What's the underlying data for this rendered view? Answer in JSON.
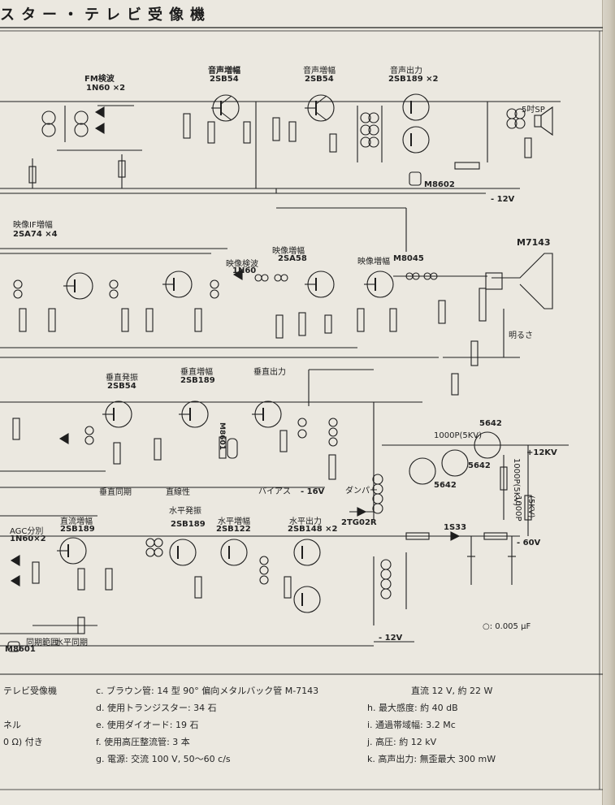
{
  "title": "スター・テレビ受像機",
  "labels": {
    "fm_detect": "FM検波",
    "fm_diode": "1N60 ×2",
    "audio_amp1": "音声増幅",
    "audio_amp1_tr": "2SB54",
    "audio_amp2": "音声増幅",
    "audio_amp2_tr": "2SB54",
    "audio_out": "音声出力",
    "audio_out_tr": "2SB189 ×2",
    "speaker": "5吋SP",
    "video_if": "映像IF増幅",
    "video_if_tr": "2SA74 ×4",
    "video_detect": "映像検波",
    "video_detect_diode": "1N60",
    "video_amp1": "映像増幅",
    "video_amp1_tr": "2SA58",
    "video_amp2": "映像増幅",
    "video_amp2_tr": "M8045",
    "crt": "M7143",
    "brightness": "明るさ",
    "vert_osc": "垂直発振",
    "vert_osc_tr": "2SB54",
    "vert_amp": "垂直増幅",
    "vert_amp_tr": "2SB189",
    "vert_out": "垂直出力",
    "vert_hold": "垂直同期",
    "linearity": "直線性",
    "bias": "バイアス",
    "damper": "ダンパー",
    "agc": "AGC分別",
    "agc_diode": "1N60×2",
    "dc_amp": "直流増幅",
    "dc_amp_tr": "2SB189",
    "horiz_osc": "水平発振",
    "horiz_osc_tr": "2SB189",
    "horiz_amp": "水平増幅",
    "horiz_amp_tr": "2SB122",
    "horiz_out": "水平出力",
    "horiz_out_tr": "2SB148 ×2",
    "sync_range": "同期範囲",
    "horiz_hold": "水平同期",
    "hv_rect": "5642",
    "hv_rect2": "5642",
    "hv_rect3": "5642",
    "hv_out": "+12KV",
    "damper_diode": "2TG02R",
    "rect_diode": "1S33",
    "m8602": "M8602",
    "m8601a": "M8601",
    "m8601b": "M8601",
    "neg12v_a": "- 12V",
    "neg12v_b": "- 12V",
    "neg16v": "- 16V",
    "neg60v": "- 60V",
    "cap_1000p_5kv": "1000P(5KV)",
    "cap_1000p_5kv_v": "1000P(5KV)",
    "cap_1000p_5kv_v2": "1000P",
    "cap_5kv": "(5KV)"
  },
  "legend": "○: 0.005 μF",
  "specs_left": [
    "テレビ受像機",
    "",
    "ネル",
    "0 Ω) 付き"
  ],
  "specs_mid": [
    "c.  ブラウン管:  14 型 90° 偏向メタルバック管  M-7143",
    "d.  使用トランジスター:  34 石",
    "e.  使用ダイオード:  19 石",
    "f.  使用高圧整流管:  3 本",
    "g.  電源:  交流 100 V,  50～60 c/s"
  ],
  "specs_right": [
    "直流 12 V,  約 22 W",
    "h.  最大感度:  約 40 dB",
    "i.  通過帯域幅:  3.2 Mc",
    "j.  高圧:  約 12 kV",
    "k.  高声出力:  無歪最大 300 mW"
  ]
}
